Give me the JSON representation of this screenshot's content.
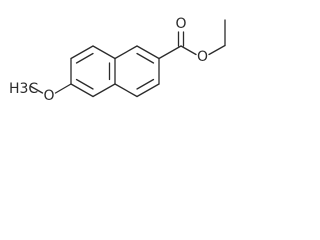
{
  "molecule": {
    "atoms": {
      "methyl_label": "H3C",
      "ether_oxygen": "O",
      "carbonyl_oxygen": "O",
      "ester_oxygen": "O"
    }
  }
}
